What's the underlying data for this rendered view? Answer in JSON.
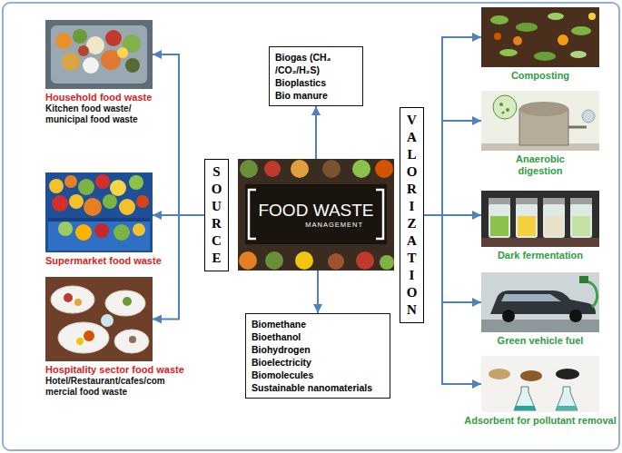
{
  "diagram": {
    "nodes": [
      {
        "text": [
          "Household food waste",
          "Kitchen food waste/ municipal food waste"
        ]
      },
      {
        "text": [
          "Supermarket food waste"
        ]
      },
      {
        "text": [
          "Hospitality sector food waste",
          "Hotel/Restaurant/cafes/com mercial food waste"
        ]
      },
      {
        "text": [
          "SOURCE"
        ]
      },
      {
        "text": [
          "Biogas (CH₄ /CO₂/H₂S)",
          "Bioplastics",
          "Bio manure"
        ]
      },
      {
        "text": [
          "FOOD WASTE",
          "MANAGEMENT"
        ]
      },
      {
        "text": [
          "Biomethane",
          "Bioethanol",
          "Biohydrogen",
          "Bioelectricity",
          "Biomolecules",
          "Sustainable nanomaterials"
        ]
      },
      {
        "text": [
          "VALORIZATION"
        ]
      },
      {
        "text": [
          "Composting"
        ]
      },
      {
        "text": [
          "Anaerobic digestion"
        ]
      },
      {
        "text": [
          "Dark fermentation"
        ]
      },
      {
        "text": [
          "Green vehicle fuel"
        ]
      },
      {
        "text": [
          "Adsorbent for pollutant removal"
        ]
      }
    ],
    "edges": [
      {
        "from": 3,
        "to": 0,
        "arrow": "to"
      },
      {
        "from": 3,
        "to": 1,
        "arrow": "to"
      },
      {
        "from": 3,
        "to": 2,
        "arrow": "to"
      },
      {
        "from": 5,
        "to": 4,
        "arrow": "to"
      },
      {
        "from": 5,
        "to": 6,
        "arrow": "to"
      },
      {
        "from": 7,
        "to": 8,
        "arrow": "to"
      },
      {
        "from": 7,
        "to": 9,
        "arrow": "to"
      },
      {
        "from": 7,
        "to": 10,
        "arrow": "to"
      },
      {
        "from": 7,
        "to": 11,
        "arrow": "to"
      },
      {
        "from": 7,
        "to": 12,
        "arrow": "to"
      }
    ]
  }
}
